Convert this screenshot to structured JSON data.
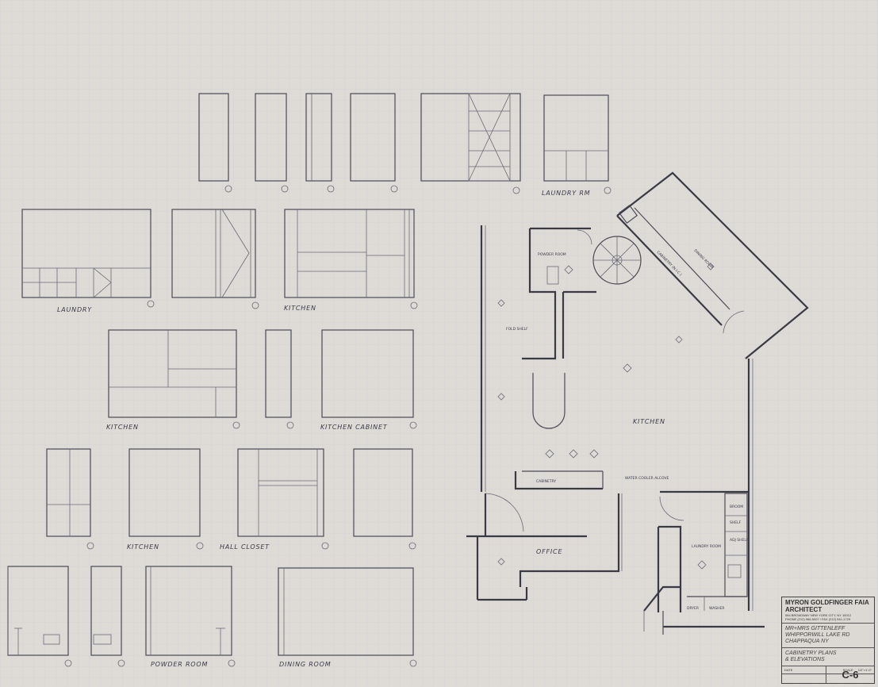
{
  "labels": {
    "laundry_room": "LAUNDRY RM",
    "laundry": "LAUNDRY",
    "kitchen_1": "KITCHEN",
    "kitchen_2": "KITCHEN",
    "kitchen_cabinet": "KITCHEN CABINET",
    "kitchen_3": "KITCHEN",
    "hall_closet": "HALL CLOSET",
    "powder_room": "POWDER ROOM",
    "dining_room": "DINING ROOM"
  },
  "plan_labels": {
    "dining_room": "DINING ROOM",
    "cabinetry": "CABINETRY (N.I.C.)",
    "powder_room": "POWDER ROOM",
    "kitchen": "KITCHEN",
    "cabinetry2": "CABINETRY",
    "office": "OFFICE",
    "laundry_room": "LAUNDRY ROOM",
    "fold_shelf": "FOLD SHELF",
    "water_cooler": "WATER COOLER ALCOVE",
    "broom": "BROOM",
    "shelf": "SHELF",
    "adj_shelf": "ADJ SHELF",
    "dryer": "DRYER",
    "washer": "WASHER"
  },
  "title_block": {
    "firm": "MYRON GOLDFINGER FAIA",
    "firm2": "ARCHITECT",
    "address": "584 BROADWAY NEW YORK CITY, NY 10012",
    "phone": "PHONE (212) 966-5007 / FAX (212) 941-1729",
    "project1": "MR+MRS GITTENLEFF",
    "project2": "WHIPPORWILL LAKE RD",
    "project3": "CHAPPAQUA NY",
    "sheet_title1": "CABINETRY PLANS",
    "sheet_title2": "& ELEVATIONS",
    "date_label": "DATE",
    "scale_label": "SCALE",
    "scale_value": "1/2\"=1'-0\"",
    "sheet_no": "C-6"
  }
}
